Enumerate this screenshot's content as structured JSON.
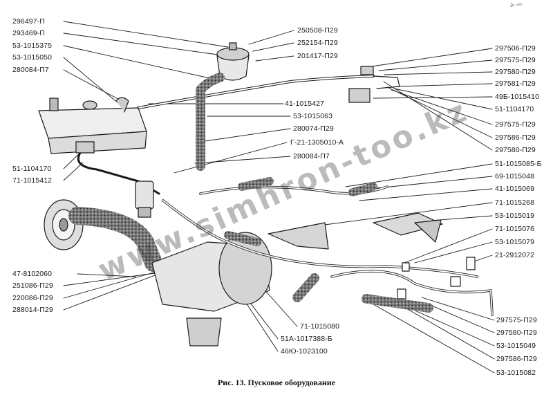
{
  "caption": "Рис. 13. Пусковое оборудование",
  "watermark": "www.simhron-too.kz",
  "corner_mark": "3ⁿ ⁴⁰⁰",
  "labels_left": [
    "296497-П",
    "293469-П",
    "53-1015375",
    "53-1015050",
    "280084-П7",
    "51-1104170",
    "71-1015412",
    "47-8102060",
    "251086-П29",
    "220086-П29",
    "288014-П29"
  ],
  "labels_top_center": [
    "250508-П29",
    "252154-П29",
    "201417-П29"
  ],
  "labels_middle": [
    "41-1015427",
    "53-1015063",
    "280074-П29",
    "Г-21-1305010-А",
    "280084-П7"
  ],
  "labels_right": [
    "297506-П29",
    "297575-П29",
    "297580-П29",
    "297581-П29",
    "49Б-1015410",
    "51-1104170",
    "297575-П29",
    "297586-П29",
    "297580-П29",
    "51-1015085-Б",
    "69-1015048",
    "41-1015069",
    "71-1015268",
    "53-1015019",
    "71-1015076",
    "53-1015079",
    "21-2912072"
  ],
  "labels_bottom_center": [
    "71-1015080",
    "51А-1017388-Б",
    "46Ю-1023100"
  ],
  "labels_bottom_right": [
    "297575-П29",
    "297580-П29",
    "53-1015049",
    "297586-П29",
    "53-1015082"
  ]
}
